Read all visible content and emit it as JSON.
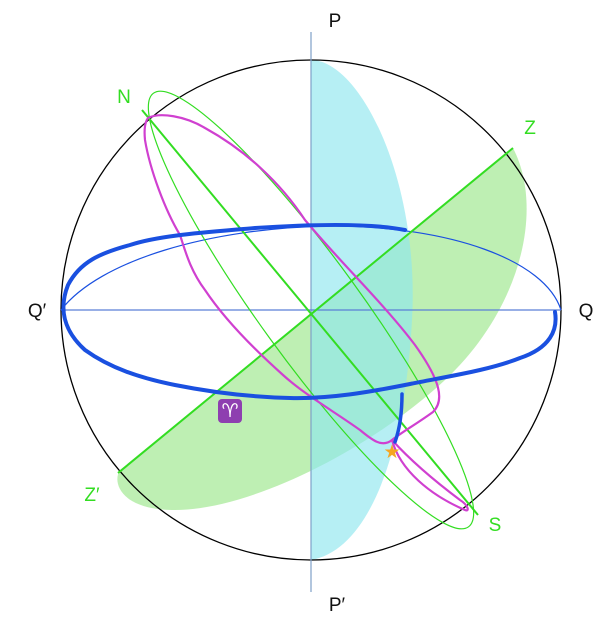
{
  "labels": {
    "p": "P",
    "p_prime": "P′",
    "q": "Q",
    "q_prime": "Q′",
    "n": "N",
    "s": "S",
    "z": "Z",
    "z_prime": "Z′"
  },
  "icons": {
    "aries": "♈",
    "star": "★"
  },
  "colors": {
    "outline": "#000000",
    "axis_pq": "#7fa0c8",
    "green": "#33dd22",
    "green_fill": "#9be68a",
    "cyan_fill": "#8fe6ee",
    "blue": "#1a50e0",
    "magenta": "#d040d0",
    "star": "#f5a623",
    "aries_bg": "#8e3fb0"
  }
}
